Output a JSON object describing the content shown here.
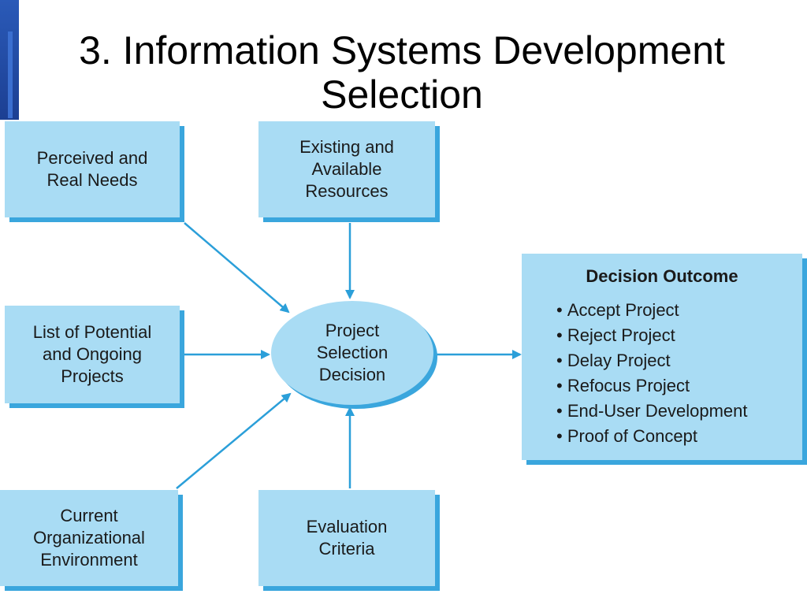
{
  "title": "3. Information Systems Development Selection",
  "inputs": {
    "needs": "Perceived and\nReal Needs",
    "resources": "Existing and\nAvailable\nResources",
    "projects": "List of Potential\nand Ongoing\nProjects",
    "environment": "Current\nOrganizational\nEnvironment",
    "criteria": "Evaluation\nCriteria"
  },
  "center": "Project\nSelection\nDecision",
  "outcome": {
    "title": "Decision Outcome",
    "items": [
      "Accept Project",
      "Reject Project",
      "Delay Project",
      "Refocus Project",
      "End-User Development",
      "Proof of Concept"
    ]
  },
  "colors": {
    "box_fill": "#a9dcf4",
    "box_shadow": "#3aa6dd",
    "arrow": "#2b9fd9"
  }
}
